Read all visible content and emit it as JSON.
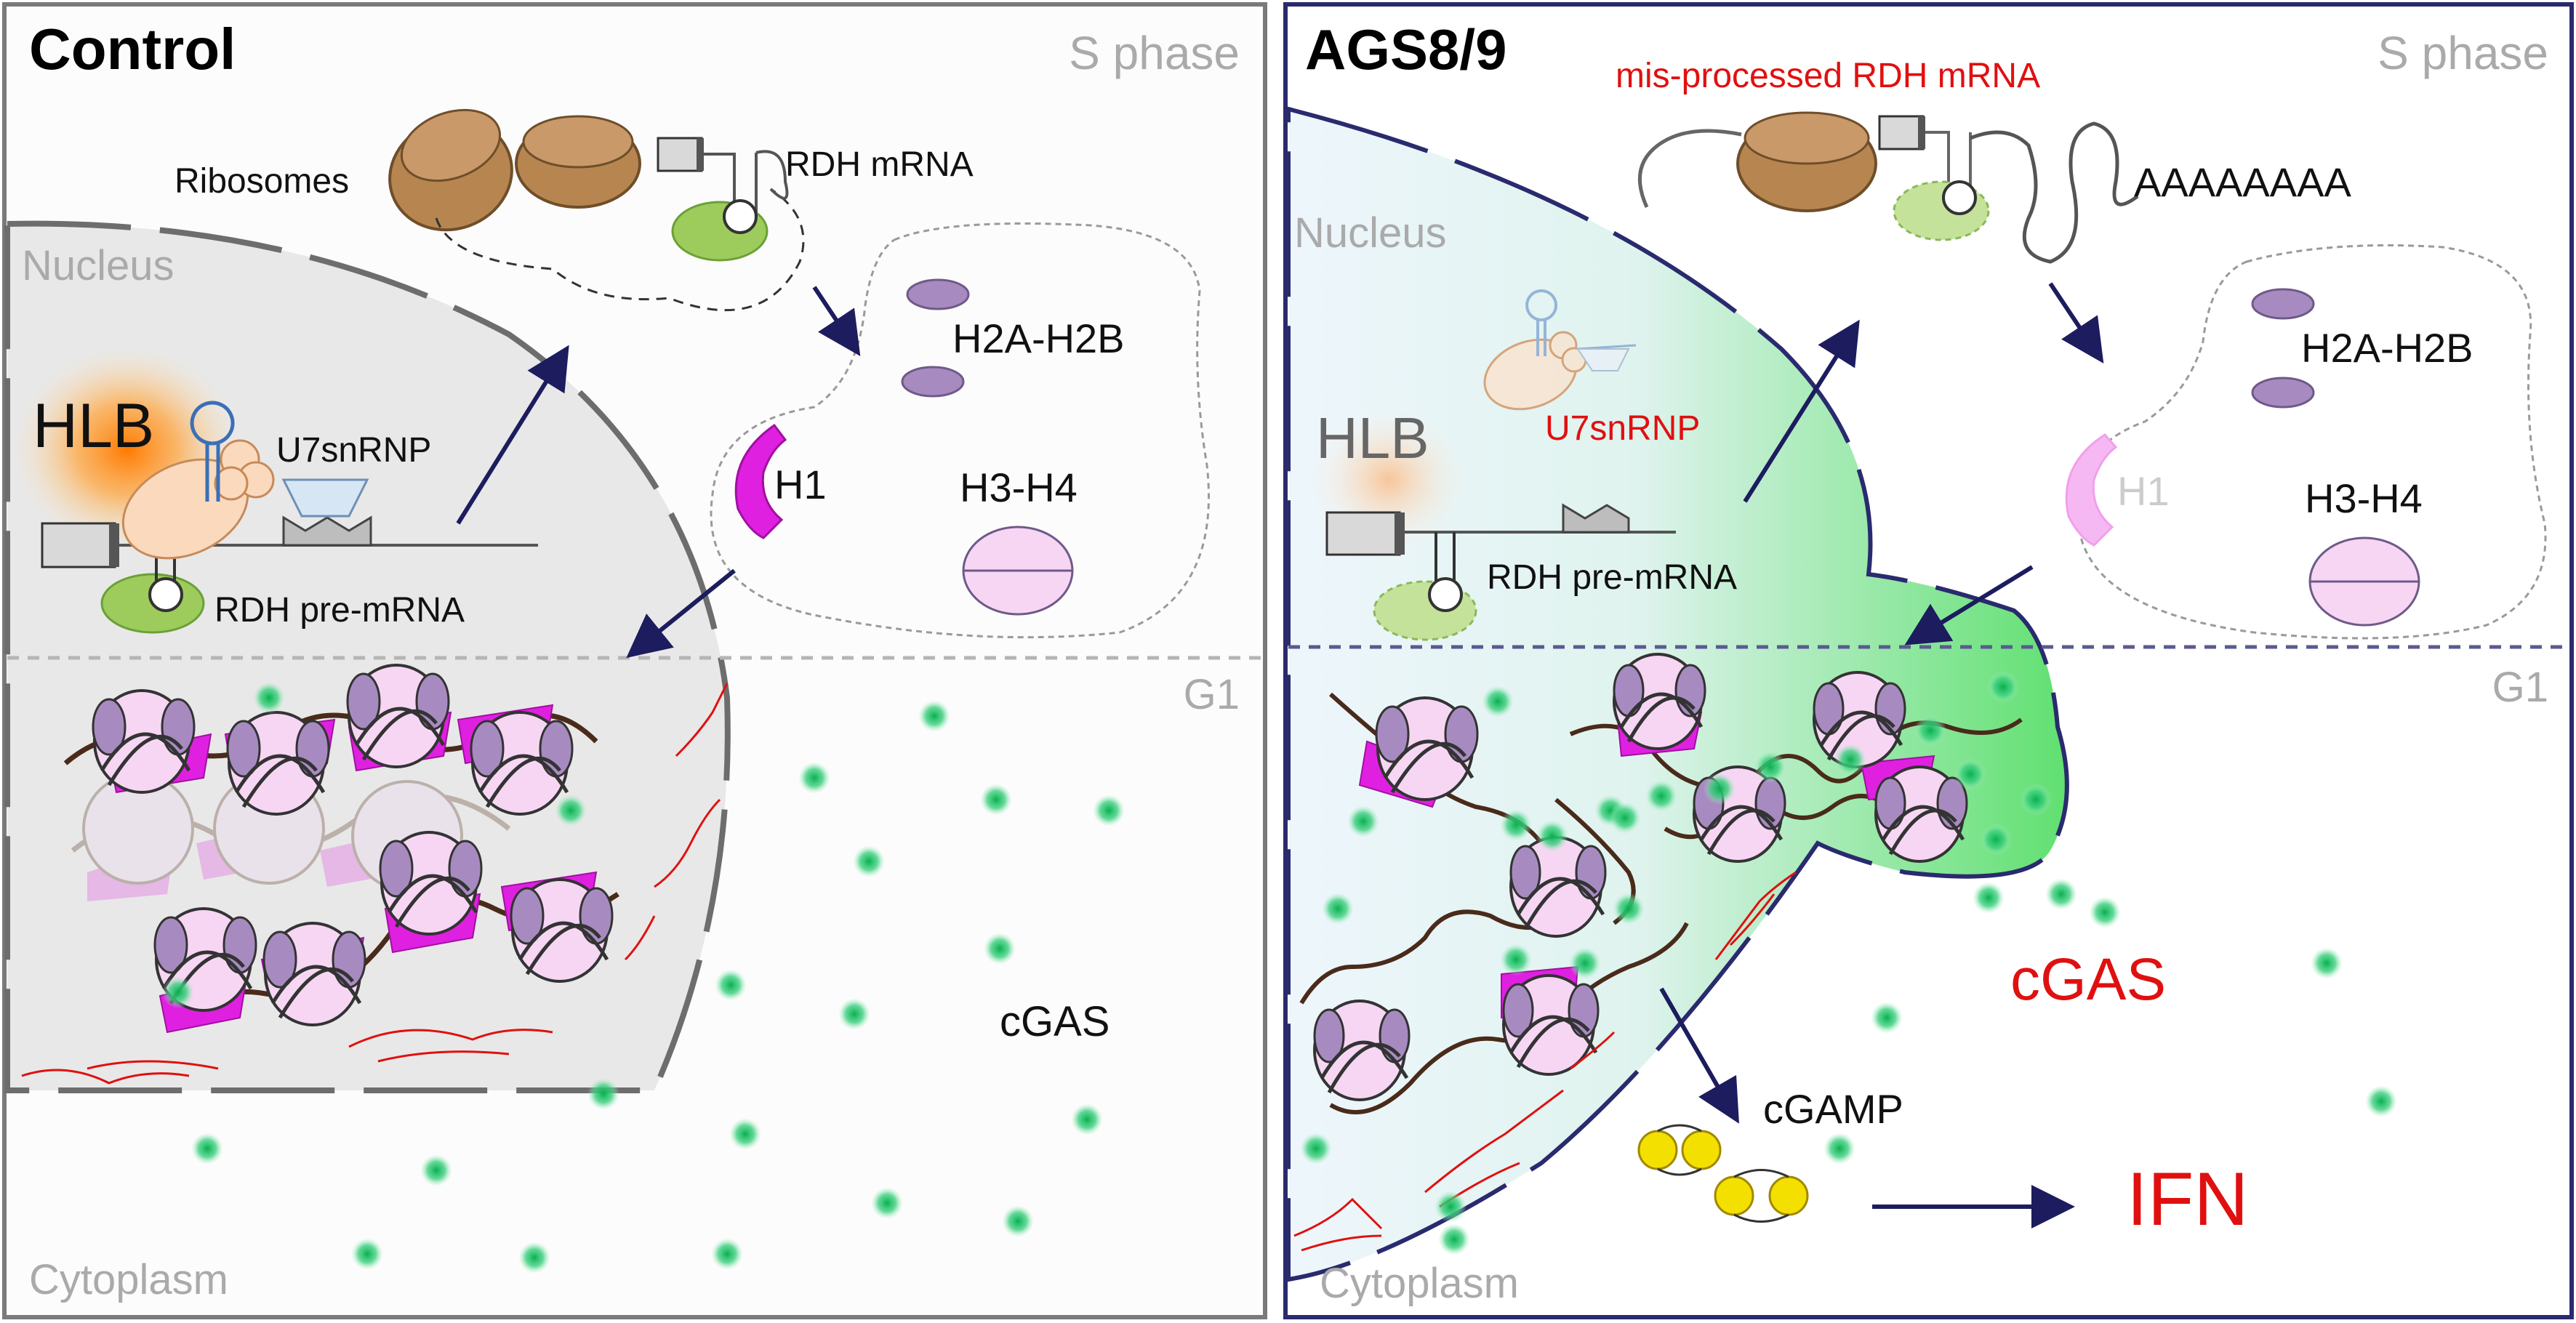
{
  "colors": {
    "panel_border_left": "#7a7a7a",
    "panel_border_right": "#2a2a6e",
    "arrow": "#1c1c5e",
    "red_text": "#e01010",
    "gray_text": "#a0a0a0",
    "cgas_dot": "#10c060",
    "h1_magenta": "#e020e0",
    "histone_purple": "#a78bc0",
    "ribosome_brown": "#b78650",
    "u7_orange": "#f7c9a0",
    "stemloop_blue": "#3a6fb8",
    "cgamp_yellow": "#f3e000"
  },
  "left_panel": {
    "title": "Control",
    "phase_top": "S phase",
    "phase_mid": "G1",
    "nucleus": "Nucleus",
    "cytoplasm": "Cytoplasm",
    "hlb": "HLB",
    "u7snrnp": "U7snRNP",
    "rdh_pre_mrna": "RDH pre-mRNA",
    "ribosomes": "Ribosomes",
    "rdh_mrna": "RDH mRNA",
    "h2a_h2b": "H2A-H2B",
    "h1": "H1",
    "h3_h4": "H3-H4",
    "cgas": "cGAS"
  },
  "right_panel": {
    "title": "AGS8/9",
    "phase_top": "S phase",
    "phase_mid": "G1",
    "nucleus": "Nucleus",
    "cytoplasm": "Cytoplasm",
    "hlb": "HLB",
    "u7snrnp": "U7snRNP",
    "rdh_pre_mrna": "RDH pre-mRNA",
    "misprocessed": "mis-processed RDH mRNA",
    "polya": "AAAAAAAA",
    "h2a_h2b": "H2A-H2B",
    "h1": "H1",
    "h3_h4": "H3-H4",
    "cgas": "cGAS",
    "cgamp": "cGAMP",
    "ifn": "IFN"
  }
}
